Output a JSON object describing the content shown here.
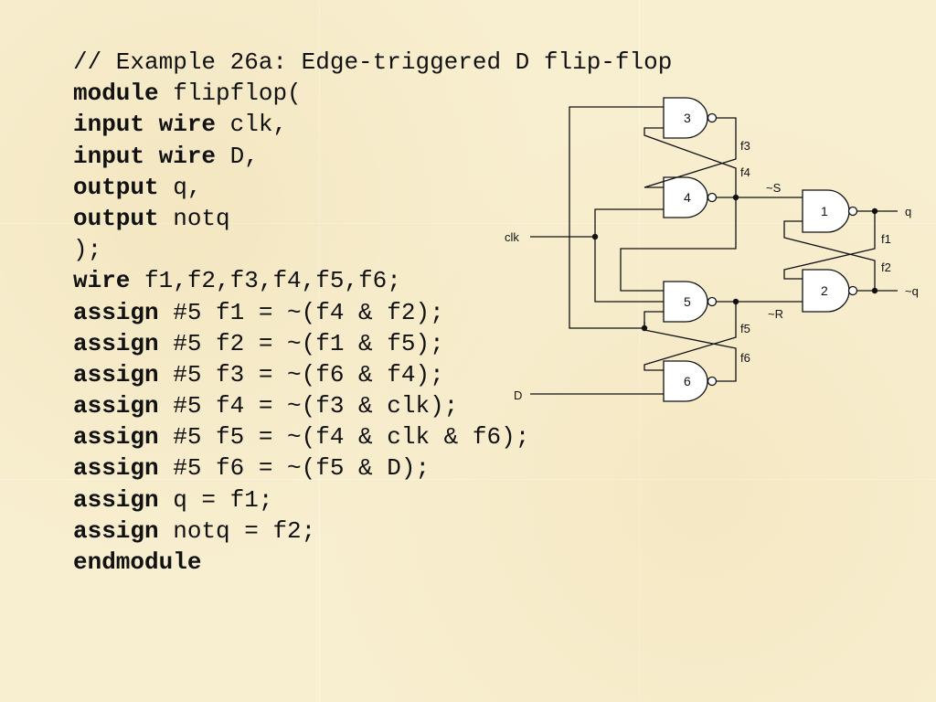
{
  "code": {
    "lines": [
      {
        "kw": "",
        "text": "// Example 26a: Edge-triggered D flip-flop"
      },
      {
        "kw": "module",
        "text": " flipflop("
      },
      {
        "kw": "input wire",
        "text": " clk,"
      },
      {
        "kw": "input wire",
        "text": " D,"
      },
      {
        "kw": "output",
        "text": " q,"
      },
      {
        "kw": "output",
        "text": " notq"
      },
      {
        "kw": "",
        "text": ");"
      },
      {
        "kw": "wire",
        "text": " f1,f2,f3,f4,f5,f6;"
      },
      {
        "kw": "assign",
        "text": " #5 f1 = ~(f4 & f2);"
      },
      {
        "kw": "assign",
        "text": " #5 f2 = ~(f1 & f5);"
      },
      {
        "kw": "assign",
        "text": " #5 f3 = ~(f6 & f4);"
      },
      {
        "kw": "assign",
        "text": " #5 f4 = ~(f3 & clk);"
      },
      {
        "kw": "assign",
        "text": " #5 f5 = ~(f4 & clk & f6);"
      },
      {
        "kw": "assign",
        "text": " #5 f6 = ~(f5 & D);"
      },
      {
        "kw": "assign",
        "text": " q = f1;"
      },
      {
        "kw": "assign",
        "text": " notq = f2;"
      },
      {
        "kw": "endmodule",
        "text": ""
      }
    ]
  },
  "circuit": {
    "gates": {
      "g1": "1",
      "g2": "2",
      "g3": "3",
      "g4": "4",
      "g5": "5",
      "g6": "6"
    },
    "labels": {
      "clk": "clk",
      "D": "D",
      "q": "q",
      "notq": "~q",
      "S": "~S",
      "R": "~R",
      "f1": "f1",
      "f2": "f2",
      "f3": "f3",
      "f4": "f4",
      "f5": "f5",
      "f6": "f6"
    }
  }
}
